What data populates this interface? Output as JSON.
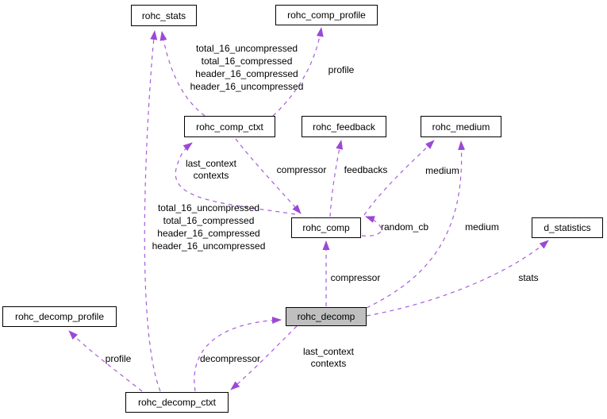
{
  "diagram": {
    "type": "collaboration-graph",
    "background_color": "#ffffff",
    "edge_color": "#a75bdb",
    "arrow_color": "#9c48d6",
    "node_border_color": "#000000",
    "node_fill": "#ffffff",
    "highlighted_node_fill": "#bfbfbf",
    "nodes": {
      "rohc_stats": {
        "label": "rohc_stats"
      },
      "rohc_comp_profile": {
        "label": "rohc_comp_profile"
      },
      "rohc_comp_ctxt": {
        "label": "rohc_comp_ctxt"
      },
      "rohc_feedback": {
        "label": "rohc_feedback"
      },
      "rohc_medium": {
        "label": "rohc_medium"
      },
      "rohc_comp": {
        "label": "rohc_comp"
      },
      "d_statistics": {
        "label": "d_statistics"
      },
      "rohc_decomp": {
        "label": "rohc_decomp",
        "highlighted": true
      },
      "rohc_decomp_profile": {
        "label": "rohc_decomp_profile"
      },
      "rohc_decomp_ctxt": {
        "label": "rohc_decomp_ctxt"
      }
    },
    "edge_labels": {
      "comp_ctxt_stats_fields": "total_16_uncompressed\ntotal_16_compressed\nheader_16_compressed\nheader_16_uncompressed",
      "profile_top": "profile",
      "last_context_top": "last_context\ncontexts",
      "compressor_top": "compressor",
      "feedbacks": "feedbacks",
      "medium_top": "medium",
      "decomp_ctxt_stats_fields": "total_16_uncompressed\ntotal_16_compressed\nheader_16_compressed\nheader_16_uncompressed",
      "random_cb": "random_cb",
      "medium_low": "medium",
      "compressor_low": "compressor",
      "stats": "stats",
      "last_context_low": "last_context\ncontexts",
      "profile_low": "profile",
      "decompressor": "decompressor"
    },
    "edges": [
      {
        "from": "rohc_comp_ctxt",
        "to": "rohc_stats",
        "label": "total_16_uncompressed total_16_compressed header_16_compressed header_16_uncompressed"
      },
      {
        "from": "rohc_comp_ctxt",
        "to": "rohc_comp_profile",
        "label": "profile"
      },
      {
        "from": "rohc_comp",
        "to": "rohc_comp_ctxt",
        "label": "last_context contexts"
      },
      {
        "from": "rohc_comp_ctxt",
        "to": "rohc_comp",
        "label": "compressor"
      },
      {
        "from": "rohc_comp",
        "to": "rohc_feedback",
        "label": "feedbacks"
      },
      {
        "from": "rohc_comp",
        "to": "rohc_medium",
        "label": "medium"
      },
      {
        "from": "rohc_comp",
        "to": "rohc_comp",
        "label": "random_cb"
      },
      {
        "from": "rohc_decomp",
        "to": "rohc_comp",
        "label": "compressor"
      },
      {
        "from": "rohc_decomp",
        "to": "rohc_medium",
        "label": "medium"
      },
      {
        "from": "rohc_decomp",
        "to": "d_statistics",
        "label": "stats"
      },
      {
        "from": "rohc_decomp",
        "to": "rohc_decomp_ctxt",
        "label": "last_context contexts"
      },
      {
        "from": "rohc_decomp_ctxt",
        "to": "rohc_decomp",
        "label": "decompressor"
      },
      {
        "from": "rohc_decomp_ctxt",
        "to": "rohc_decomp_profile",
        "label": "profile"
      },
      {
        "from": "rohc_decomp_ctxt",
        "to": "rohc_stats",
        "label": "total_16_uncompressed total_16_compressed header_16_compressed header_16_uncompressed"
      }
    ]
  }
}
